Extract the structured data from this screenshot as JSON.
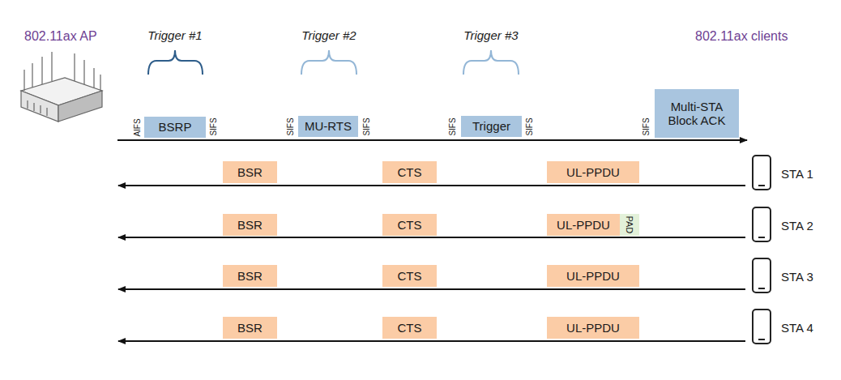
{
  "diagram": {
    "nodes": [
      {
        "text": [
          "BSRP"
        ]
      },
      {
        "text": [
          "MU-RTS"
        ]
      },
      {
        "text": [
          "Trigger"
        ]
      },
      {
        "text": [
          "Multi-STA Block ACK"
        ]
      },
      {
        "text": [
          "BSR"
        ]
      },
      {
        "text": [
          "CTS"
        ]
      },
      {
        "text": [
          "UL-PPDU"
        ]
      },
      {
        "text": [
          "BSR"
        ]
      },
      {
        "text": [
          "CTS"
        ]
      },
      {
        "text": [
          "UL-PPDU"
        ]
      },
      {
        "text": [
          "PAD"
        ]
      },
      {
        "text": [
          "BSR"
        ]
      },
      {
        "text": [
          "CTS"
        ]
      },
      {
        "text": [
          "UL-PPDU"
        ]
      },
      {
        "text": [
          "BSR"
        ]
      },
      {
        "text": [
          "CTS"
        ]
      },
      {
        "text": [
          "UL-PPDU"
        ]
      }
    ],
    "labels": [
      "802.11ax AP",
      "Trigger #1",
      "Trigger #2",
      "Trigger #3",
      "802.11ax clients",
      "AIFS",
      "SIFS",
      "SIFS",
      "SIFS",
      "SIFS",
      "SIFS",
      "SIFS",
      "STA 1",
      "STA 2",
      "STA 3",
      "STA 4"
    ]
  }
}
